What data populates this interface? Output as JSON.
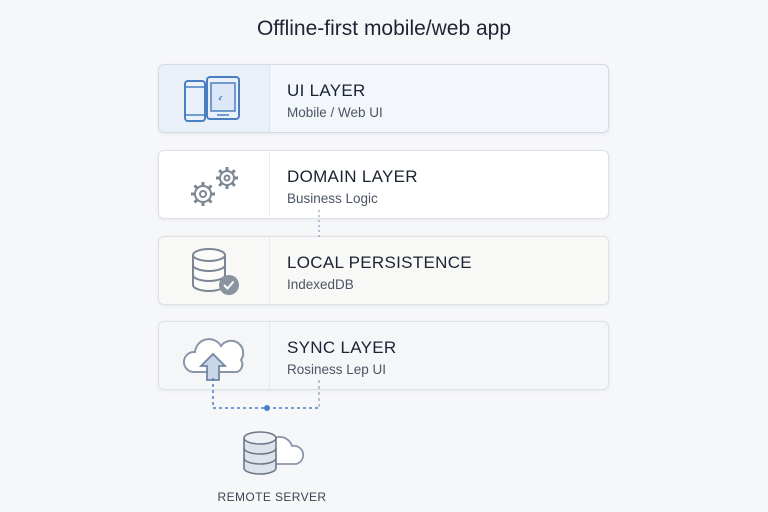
{
  "title": "Offline-first mobile/web app",
  "layers": [
    {
      "name": "UI LAYER",
      "subtitle": "Mobile / Web UI",
      "icon": "devices-icon"
    },
    {
      "name": "DOMAIN LAYER",
      "subtitle": "Business Logic",
      "icon": "gears-icon"
    },
    {
      "name": "LOCAL PERSISTENCE",
      "subtitle": "IndexedDB",
      "icon": "database-check-icon"
    },
    {
      "name": "SYNC LAYER",
      "subtitle": "Rosiness Lep UI",
      "icon": "cloud-upload-icon"
    }
  ],
  "remote": {
    "label": "REMOTE SERVER",
    "icon": "cloud-database-icon"
  },
  "colors": {
    "accent": "#4a7fc1",
    "icon_gray": "#7d8794",
    "connector": "#4a7fc1"
  }
}
